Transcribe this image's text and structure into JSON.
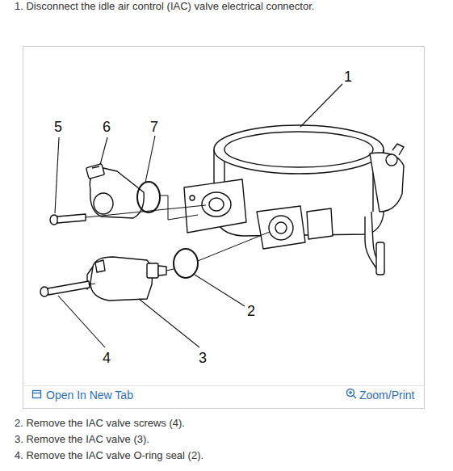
{
  "diagram": {
    "labels": [
      "1. Disconnect the idle air control (IAC) valve electrical connector.",
      "1",
      "5",
      "6",
      "7",
      "2",
      "4",
      "3",
      "Open In New Tab",
      "Zoom/Print",
      "2. Remove the IAC valve screws (4).",
      "3. Remove the IAC valve (3).",
      "4. Remove the IAC valve O-ring seal (2)."
    ]
  }
}
